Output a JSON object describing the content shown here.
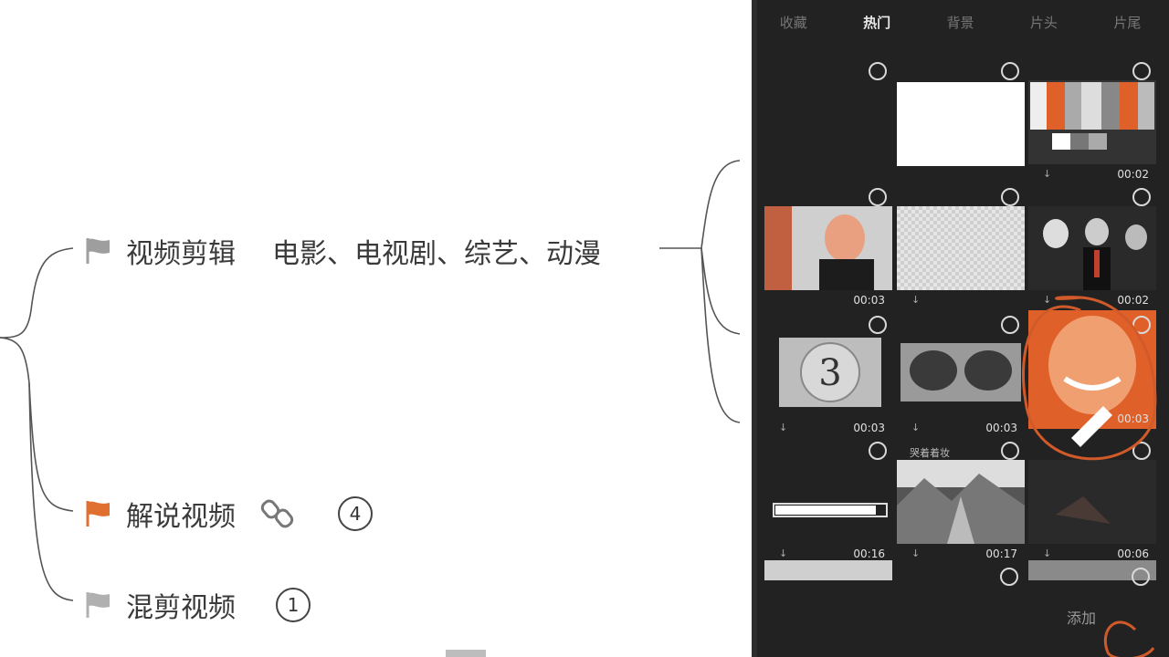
{
  "mindmap": {
    "branch1": {
      "title": "视频剪辑",
      "detail": "电影、电视剧、综艺、动漫"
    },
    "branch2": {
      "title": "解说视频",
      "badge": "4"
    },
    "branch3": {
      "title": "混剪视频",
      "badge": "1"
    },
    "colors": {
      "flag_gray": "#9e9e9e",
      "flag_orange": "#e07030",
      "line": "#555555"
    }
  },
  "phone": {
    "tabs": [
      "收藏",
      "热门",
      "背景",
      "片头",
      "片尾"
    ],
    "active_tab": "热门",
    "grid": [
      {
        "duration": ""
      },
      {
        "duration": ""
      },
      {
        "duration": "00:02"
      },
      {
        "duration": "00:03"
      },
      {
        "duration": ""
      },
      {
        "duration": "00:02"
      },
      {
        "duration": "00:03"
      },
      {
        "duration": "00:03"
      },
      {
        "duration": "00:03"
      },
      {
        "duration": "00:16"
      },
      {
        "duration": "00:17"
      },
      {
        "duration": "00:06"
      }
    ],
    "cell_badge": "哭着着妆",
    "add_label": "添加"
  }
}
